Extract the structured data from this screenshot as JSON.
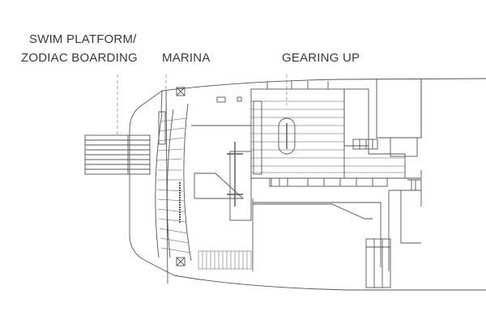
{
  "labels": {
    "swim_platform_line1": "SWIM PLATFORM/",
    "swim_platform_line2": "ZODIAC BOARDING",
    "marina": "MARINA",
    "gearing_up": "GEARING UP"
  },
  "colors": {
    "line": "#555555",
    "text": "#3a3a3a",
    "background": "#ffffff"
  }
}
